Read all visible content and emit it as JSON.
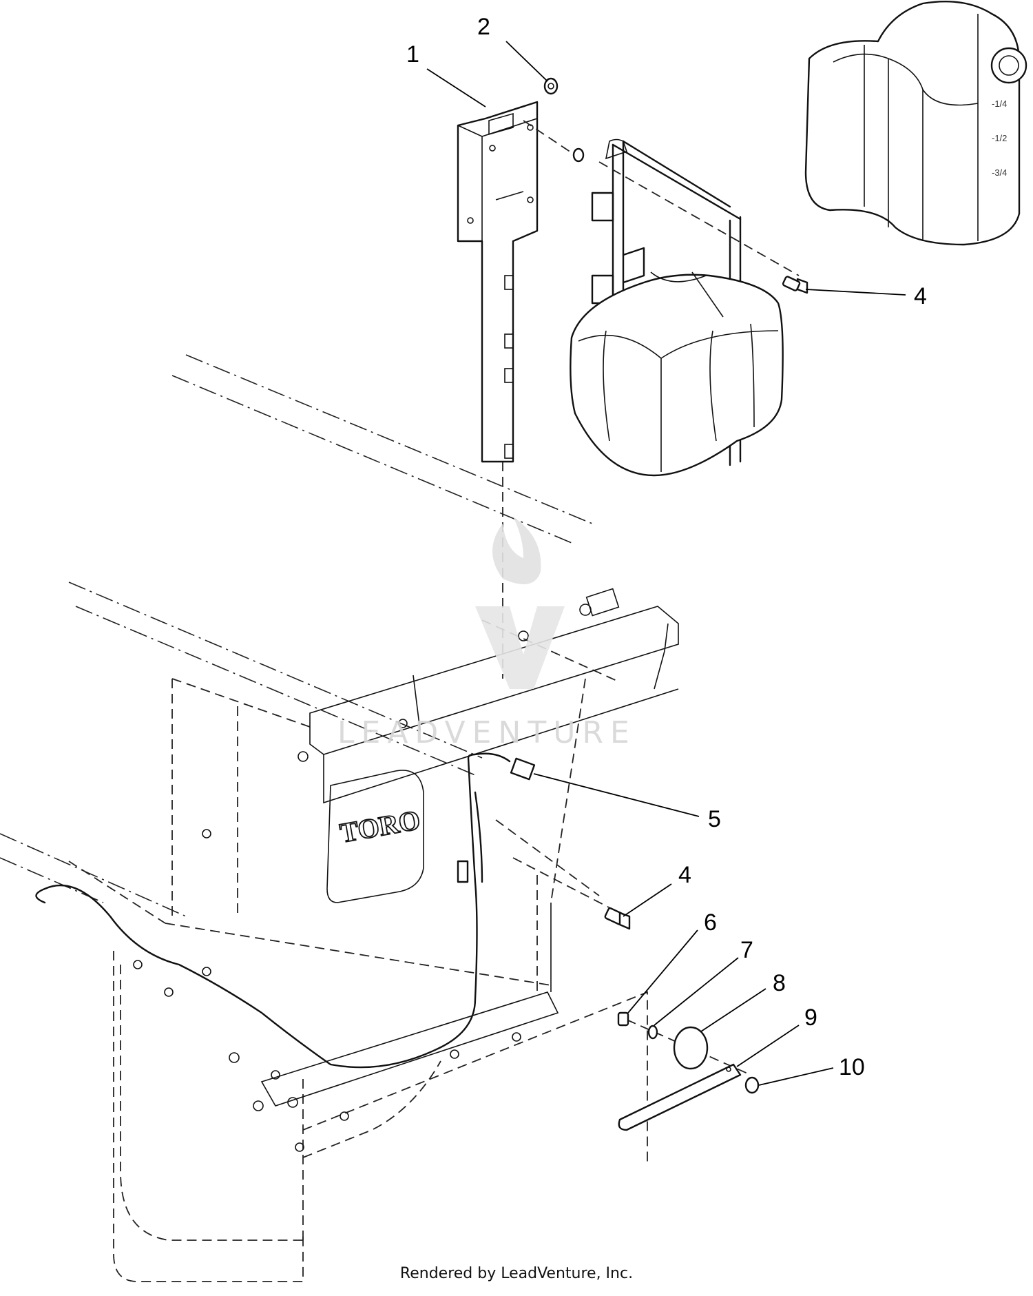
{
  "callouts": [
    "1",
    "2",
    "4",
    "4",
    "5",
    "6",
    "7",
    "8",
    "9",
    "10"
  ],
  "watermark": {
    "text": "LEADVENTURE"
  },
  "frame_brand": "TORO",
  "tank_gauge_marks": [
    "-1/4",
    "-1/2",
    "-3/4"
  ],
  "footer": {
    "text": "Rendered by LeadVenture, Inc."
  }
}
